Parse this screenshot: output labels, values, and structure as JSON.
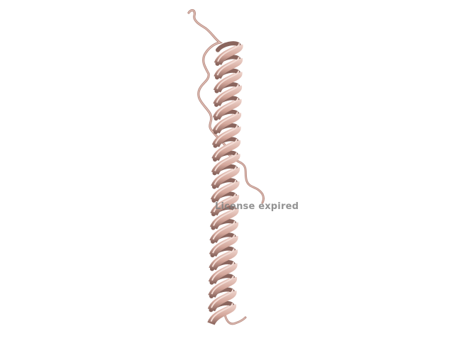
{
  "viewer": {
    "watermark_text": "License expired",
    "background_color": "#ffffff",
    "structure": {
      "representation": "cartoon",
      "secondary_structure": "alpha-helix",
      "color": "#d4a79b"
    }
  }
}
